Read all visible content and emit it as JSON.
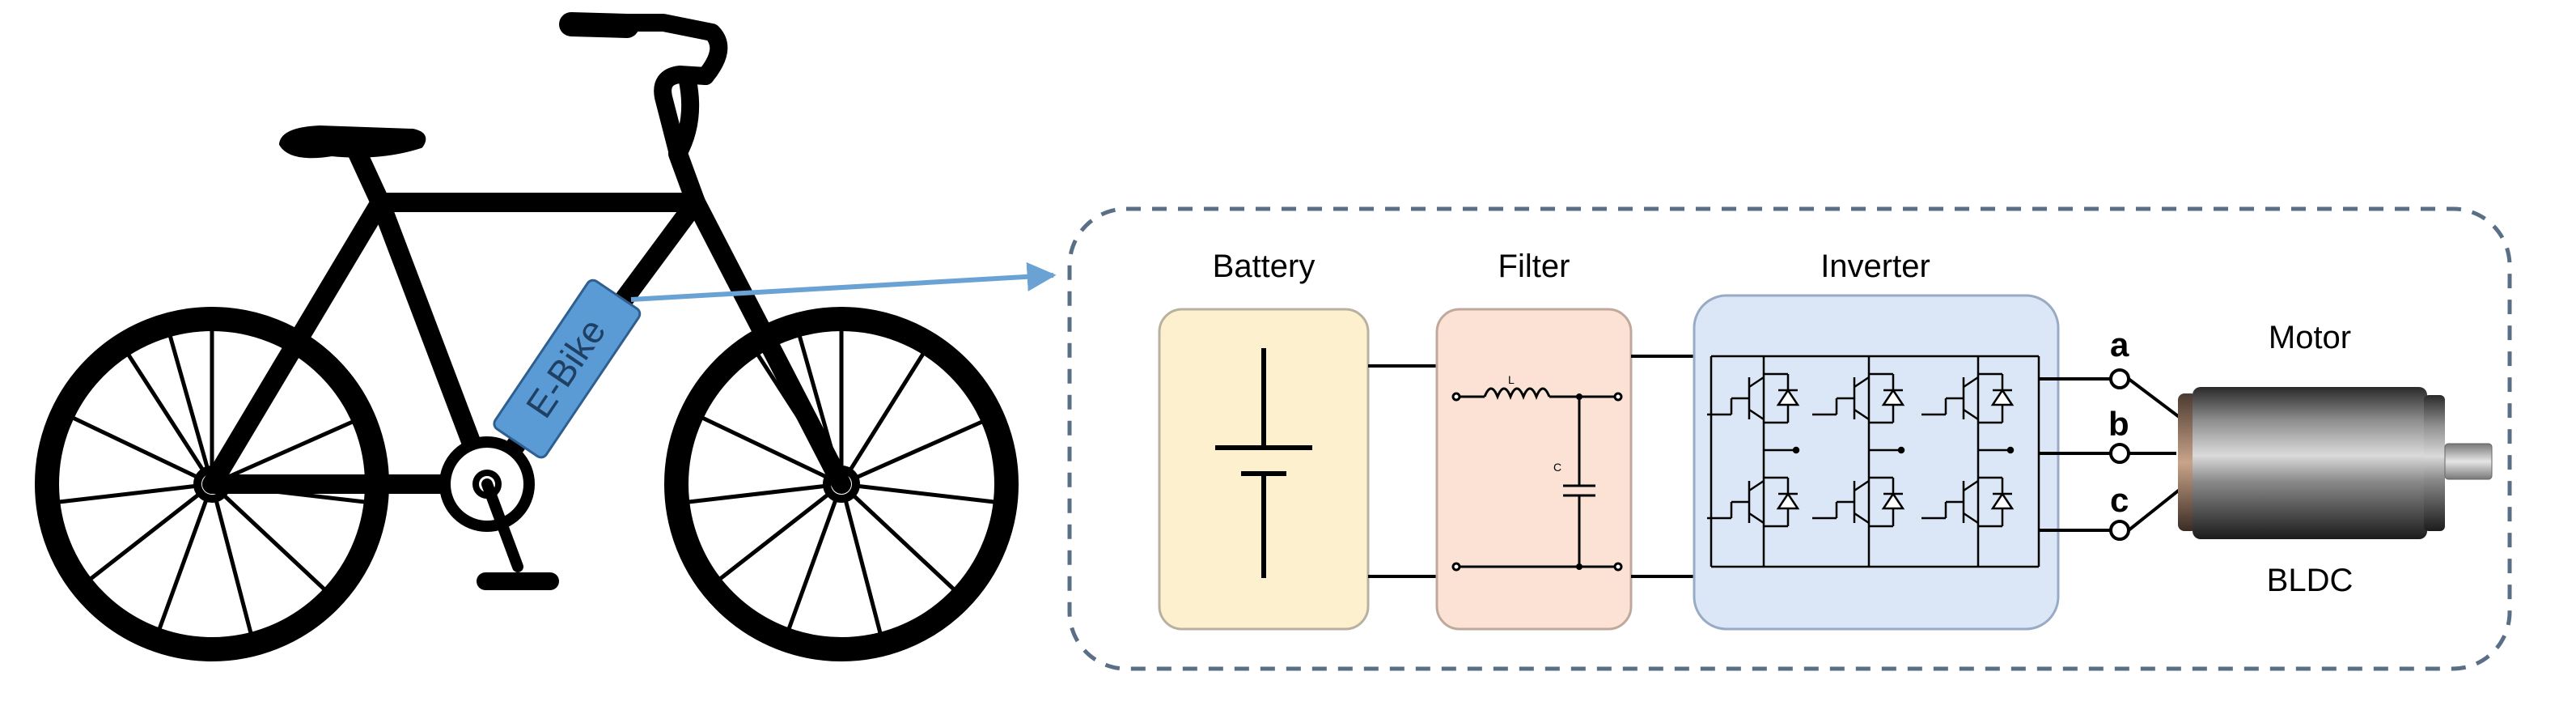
{
  "bike": {
    "label": "E-Bike"
  },
  "blocks": {
    "battery": {
      "title": "Battery"
    },
    "filter": {
      "title": "Filter",
      "inductor_label": "L",
      "capacitor_label": "C"
    },
    "inverter": {
      "title": "Inverter"
    },
    "motor": {
      "title": "Motor",
      "type_label": "BLDC"
    }
  },
  "phases": [
    "a",
    "b",
    "c"
  ],
  "colors": {
    "battery_fill": "#fdf0cf",
    "filter_fill": "#fbe2d5",
    "inverter_fill": "#dbe6f6",
    "ebike_fill": "#5b9bd5",
    "arrow": "#6aa2d3",
    "dashed_border": "#5a6f85",
    "ink": "#000000"
  },
  "icons": [
    "battery-symbol-icon",
    "inductor-icon",
    "capacitor-icon",
    "igbt-switch-icon",
    "motor-cylinder-icon"
  ]
}
